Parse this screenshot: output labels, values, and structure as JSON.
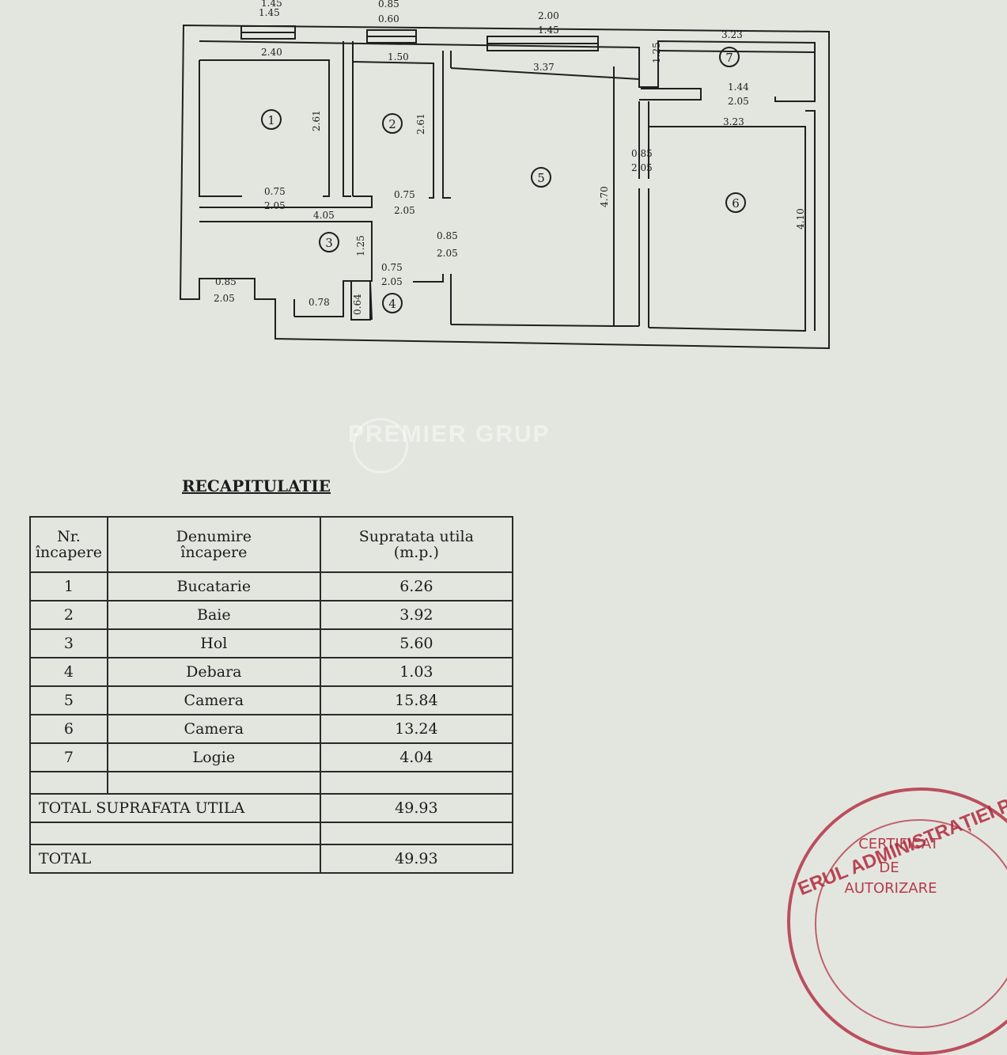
{
  "plan": {
    "dims": {
      "w1_top": "1.45",
      "w2_top": "0.85",
      "w2_bot": "0.60",
      "w3_top": "2.00",
      "w3_bot": "1.45",
      "r1_w": "2.40",
      "r1_h": "2.61",
      "r2_w": "1.50",
      "r2_h": "2.61",
      "r5_w": "3.37",
      "r5_h": "4.70",
      "r7_w": "3.23",
      "r7_h": "1.25",
      "r6_w": "3.23",
      "r6_h": "4.10",
      "d_logia_top": "1.44",
      "d_logia_bot": "2.05",
      "d_r5_top": "0.85",
      "d_r5_bot": "2.05",
      "d_r1_top": "0.75",
      "d_r1_bot": "2.05",
      "d_r2_top": "0.75",
      "d_r2_bot": "2.05",
      "hol_w": "4.05",
      "hol_h": "1.25",
      "d_hol_top": "0.85",
      "d_hol_bot": "2.05",
      "d_deb_top": "0.75",
      "d_deb_bot": "2.05",
      "d_ent_top": "0.85",
      "d_ent_bot": "2.05",
      "deb_w": "0.78",
      "deb_h": "0.64"
    },
    "rooms": [
      "1",
      "2",
      "3",
      "4",
      "5",
      "6",
      "7"
    ]
  },
  "watermark": "PREMIER GRUP",
  "recap": {
    "title": "RECAPITULATIE",
    "headers": {
      "nr": "Nr.\nîncapere",
      "name": "Denumire\nîncapere",
      "area": "Supratata utila\n(m.p.)"
    },
    "rows": [
      {
        "nr": "1",
        "name": "Bucatarie",
        "area": "6.26"
      },
      {
        "nr": "2",
        "name": "Baie",
        "area": "3.92"
      },
      {
        "nr": "3",
        "name": "Hol",
        "area": "5.60"
      },
      {
        "nr": "4",
        "name": "Debara",
        "area": "1.03"
      },
      {
        "nr": "5",
        "name": "Camera",
        "area": "15.84"
      },
      {
        "nr": "6",
        "name": "Camera",
        "area": "13.24"
      },
      {
        "nr": "7",
        "name": "Logie",
        "area": "4.04"
      }
    ],
    "total_util_label": "TOTAL SUPRAFATA UTILA",
    "total_util_value": "49.93",
    "total_label": "TOTAL",
    "total_value": "49.93"
  },
  "stamp": {
    "arc": "ERUL ADMINISTRAȚIEI PU",
    "line1": "CERTIFICAT",
    "line2": "DE",
    "line3": "AUTORIZARE"
  },
  "colors": {
    "paper": "#e3e6df",
    "ink": "#1d1d1d",
    "stamp": "#b0283c"
  }
}
